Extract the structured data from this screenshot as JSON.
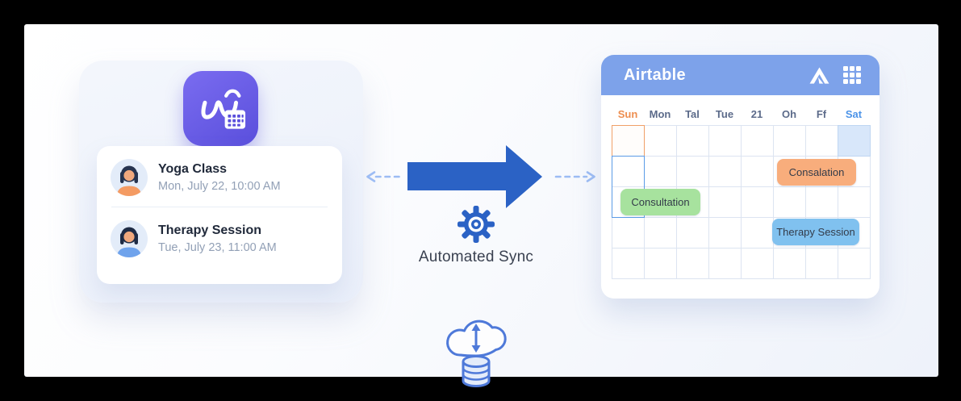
{
  "scheduling_app": {
    "logo": "w-calendar-app-logo",
    "bookings": [
      {
        "title": "Yoga Class",
        "datetime": "Mon, July 22, 10:00 AM",
        "avatar": "woman-orange-shirt-avatar"
      },
      {
        "title": "Therapy Session",
        "datetime": "Tue, July 23, 11:00 AM",
        "avatar": "woman-blue-shirt-avatar"
      }
    ]
  },
  "sync": {
    "label": "Automated Sync",
    "direction": "left-to-right",
    "icons": [
      "gear-icon",
      "cloud-sync-icon",
      "database-icon"
    ]
  },
  "airtable": {
    "title": "Airtable",
    "header_color": "#7DA2EA",
    "day_headers": [
      "Sun",
      "Mon",
      "Tal",
      "Tue",
      "21",
      "Oh",
      "Ff",
      "Sat"
    ],
    "sun_color": "#EE8E50",
    "sat_color": "#4D94E8",
    "events": [
      {
        "label": "Consalation",
        "color": "#F8AD7C",
        "row": 2,
        "columns": "6-8"
      },
      {
        "label": "Consultation",
        "color": "#A7E29E",
        "row": 3,
        "columns": "1-3"
      },
      {
        "label": "Therapy Session",
        "color": "#80C1EF",
        "row": 4,
        "columns": "6-8"
      }
    ]
  },
  "colors": {
    "frame": "#000000",
    "big_arrow": "#2B62C5",
    "dashed_arrow": "#9CBCF4",
    "app_icon_purple": "#6A5CE4",
    "grid_line": "#DCE4F1"
  }
}
